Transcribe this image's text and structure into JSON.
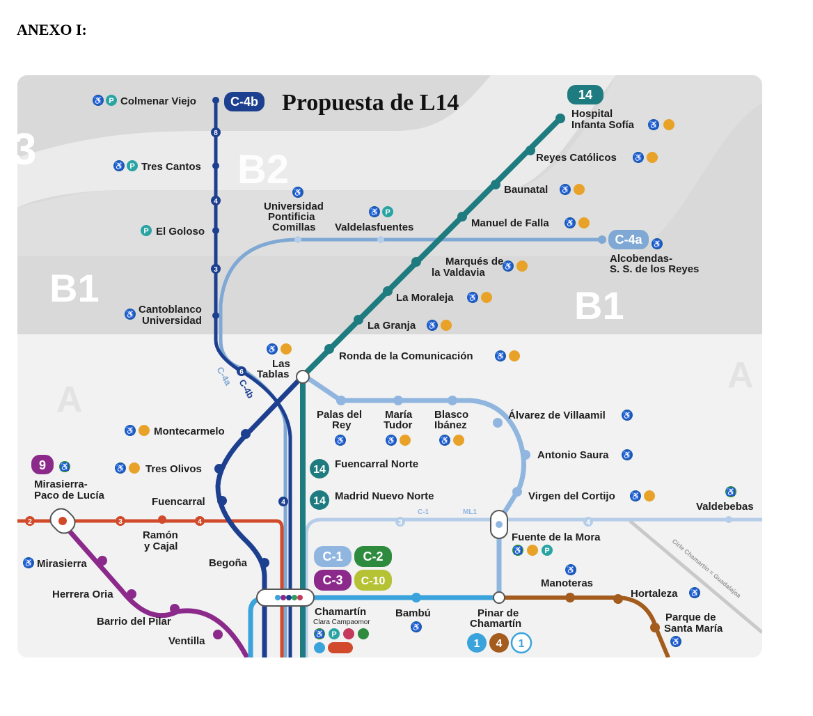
{
  "document": {
    "heading": "ANEXO I:"
  },
  "map": {
    "title": "Propuesta de L14",
    "zones": [
      "3",
      "B2",
      "B1",
      "B1",
      "A",
      "A"
    ],
    "colors": {
      "line14": "#1e7b7f",
      "c4b": "#1d3f8f",
      "c4a": "#7fa8d4",
      "cercanias": "#90b6e0",
      "line9": "#8b2a8b",
      "red": "#d14a2b",
      "line4_brown": "#a35c1e",
      "metro1": "#3aa3dc",
      "grey": "#bfbfbf",
      "access": "#1e5ba8",
      "parking": "#2aa3a3",
      "bus": "#e8a228"
    },
    "line_badges": {
      "c4b": "C-4b",
      "c4a": "C-4a",
      "l14": "14",
      "l9": "9",
      "c1": "C-1",
      "c2": "C-2",
      "c3": "C-3",
      "c10": "C-10",
      "m1a": "1",
      "m4": "4",
      "m1b": "1"
    },
    "track_labels": {
      "c4a_track": "C-4a",
      "c4b_track": "C-4b",
      "c1_track": "C-1",
      "ml1_track": "ML1",
      "cintura": "Cirle Chamartín = Guadalajoa"
    },
    "zone_marks": [
      "8",
      "4",
      "3",
      "6",
      "4",
      "2",
      "3",
      "4",
      "3",
      "4"
    ],
    "stations": {
      "colmenar_viejo": "Colmenar Viejo",
      "tres_cantos": "Tres Cantos",
      "el_goloso": "El Goloso",
      "cantoblanco_1": "Cantoblanco",
      "cantoblanco_2": "Universidad",
      "upc_1": "Universidad",
      "upc_2": "Pontificia",
      "upc_3": "Comillas",
      "valdelasfuentes": "Valdelasfuentes",
      "hospital_1": "Hospital",
      "hospital_2": "Infanta Sofía",
      "reyes_catolicos": "Reyes Católicos",
      "baunatal": "Baunatal",
      "manuel_de_falla": "Manuel de Falla",
      "alcobendas_1": "Alcobendas-",
      "alcobendas_2": "S. S. de los Reyes",
      "marques_1": "Marqués de",
      "marques_2": "la Valdavia",
      "la_moraleja": "La Moraleja",
      "la_granja": "La Granja",
      "ronda": "Ronda de la Comunicación",
      "las_tablas_1": "Las",
      "las_tablas_2": "Tablas",
      "palas_1": "Palas del",
      "palas_2": "Rey",
      "maria_1": "María",
      "maria_2": "Tudor",
      "blasco_1": "Blasco",
      "blasco_2": "Ibánez",
      "alvarez": "Álvarez de Villaamil",
      "antonio_saura": "Antonio Saura",
      "virgen": "Virgen del Cortijo",
      "montecarmelo": "Montecarmelo",
      "tres_olivos": "Tres Olivos",
      "fuencarral_norte": "Fuencarral Norte",
      "madrid_nuevo_norte": "Madrid Nuevo Norte",
      "mirasierra_paco_1": "Mirasierra-",
      "mirasierra_paco_2": "Paco de Lucía",
      "fuencarral": "Fuencarral",
      "ramon_1": "Ramón",
      "ramon_2": "y Cajal",
      "valdebebas": "Valdebebas",
      "fuente_de_la_mora": "Fuente de la Mora",
      "mirasierra": "Mirasierra",
      "begona": "Begoña",
      "herrera_oria": "Herrera Oria",
      "manoteras": "Manoteras",
      "hortaleza": "Hortaleza",
      "barrio_del_pilar": "Barrio del Pilar",
      "ventilla": "Ventilla",
      "chamartin": "Chamartín",
      "chamartin_sub": "Clara Campaomor",
      "bambu": "Bambú",
      "pinar_1": "Pinar de",
      "pinar_2": "Chamartín",
      "parque_1": "Parque de",
      "parque_2": "Santa María"
    },
    "icons": {
      "accessible": "♿",
      "parking": "P",
      "bus": "bus-icon"
    }
  }
}
